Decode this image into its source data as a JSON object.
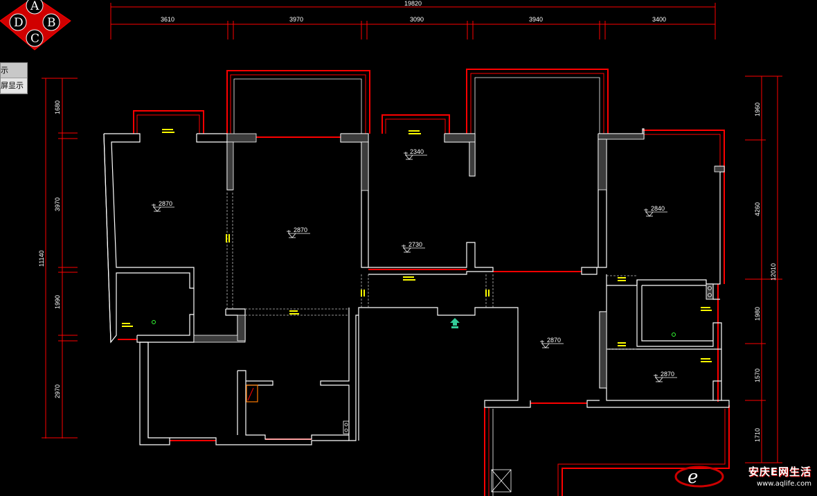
{
  "logo": {
    "letters": {
      "top": "A",
      "right": "B",
      "bottom": "C",
      "left": "D"
    }
  },
  "menu": {
    "items": [
      "示",
      "屏显示"
    ]
  },
  "dimensions": {
    "top_total": "19820",
    "top_segments": [
      "3610",
      "3970",
      "3090",
      "3940",
      "3400"
    ],
    "left_total": "11140",
    "left_segments": [
      "1680",
      "3970",
      "1990",
      "2970"
    ],
    "right_total": "12010",
    "right_segments": [
      "1960",
      "4260",
      "1980",
      "1570",
      "1710"
    ]
  },
  "elevations": {
    "room_1": "2870",
    "room_2": "2870",
    "room_3a": "2340",
    "room_3b": "2730",
    "room_4": "2840",
    "room_5": "2870",
    "room_6": "2870"
  },
  "watermark": {
    "text": "安庆E网生活",
    "url": "www.aqlife.com"
  },
  "colors": {
    "wall": "#ffffff",
    "dimension": "#ff0000",
    "window": "#ff0000",
    "column": "#404040",
    "tag": "#ffff00"
  }
}
